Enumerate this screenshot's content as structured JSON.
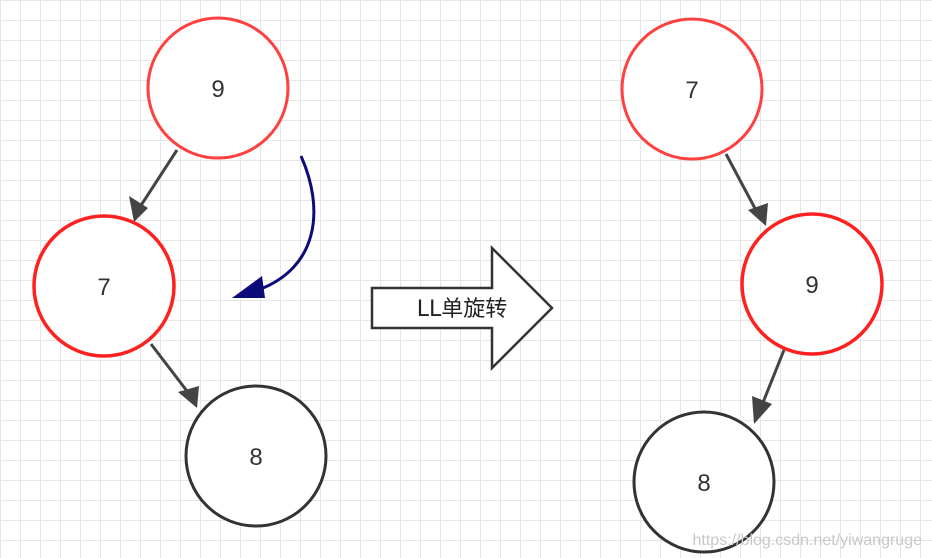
{
  "diagram": {
    "left_tree": {
      "root": "9",
      "left_child": "7",
      "right_grandchild": "8"
    },
    "transform_label": "LL单旋转",
    "right_tree": {
      "root": "7",
      "right_child": "9",
      "left_grandchild": "8"
    },
    "colors": {
      "highlight_node": "#ff3b3b",
      "normal_node": "#333333",
      "edge": "#444444",
      "rotation_arrow": "#0b0b7a",
      "grid": "#e6e6e6"
    }
  },
  "watermark": "https://blog.csdn.net/yiwangruge"
}
